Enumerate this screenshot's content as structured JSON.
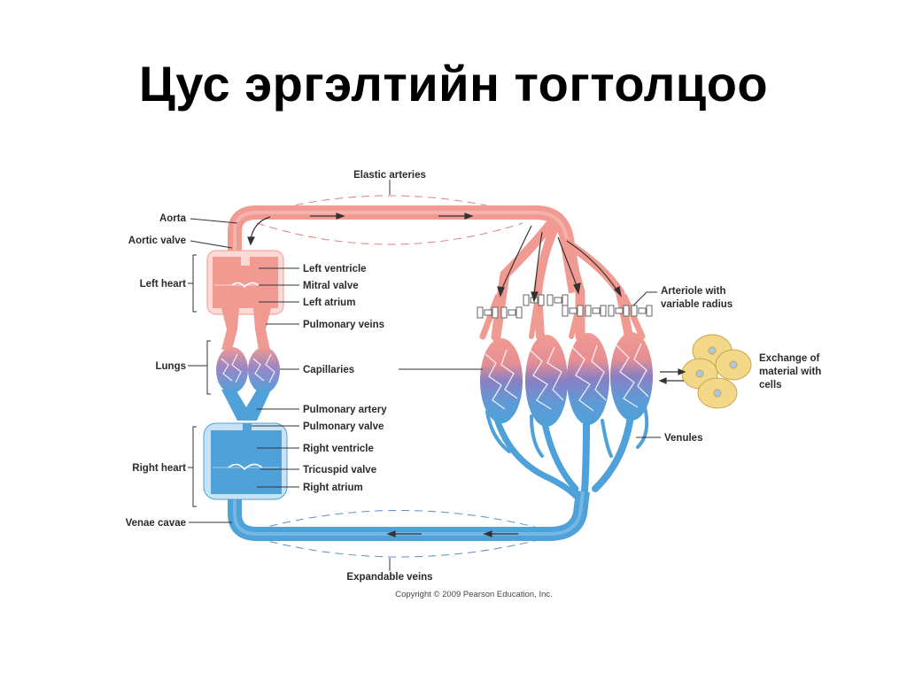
{
  "slide": {
    "title": "Цус эргэлтийн тогтолцоо"
  },
  "diagram": {
    "labels": {
      "elastic_arteries": "Elastic arteries",
      "aorta": "Aorta",
      "aortic_valve": "Aortic valve",
      "left_heart": "Left heart",
      "left_ventricle": "Left ventricle",
      "mitral_valve": "Mitral valve",
      "left_atrium": "Left atrium",
      "pulmonary_veins": "Pulmonary veins",
      "lungs": "Lungs",
      "capillaries": "Capillaries",
      "pulmonary_artery": "Pulmonary artery",
      "pulmonary_valve": "Pulmonary valve",
      "right_heart": "Right heart",
      "right_ventricle": "Right ventricle",
      "tricuspid_valve": "Tricuspid valve",
      "right_atrium": "Right atrium",
      "venae_cavae": "Venae cavae",
      "expandable_veins": "Expandable veins",
      "arteriole_line1": "Arteriole with",
      "arteriole_line2": "variable radius",
      "exchange_line1": "Exchange of",
      "exchange_line2": "material with",
      "exchange_line3": "cells",
      "venules": "Venules",
      "copyright": "Copyright © 2009 Pearson Education, Inc."
    },
    "colors": {
      "arterial": "#f19a92",
      "venous": "#4ea1d9",
      "capillary_mix": "#8a7fc4",
      "cells": "#f3d88a",
      "leader_line": "#333333"
    }
  }
}
